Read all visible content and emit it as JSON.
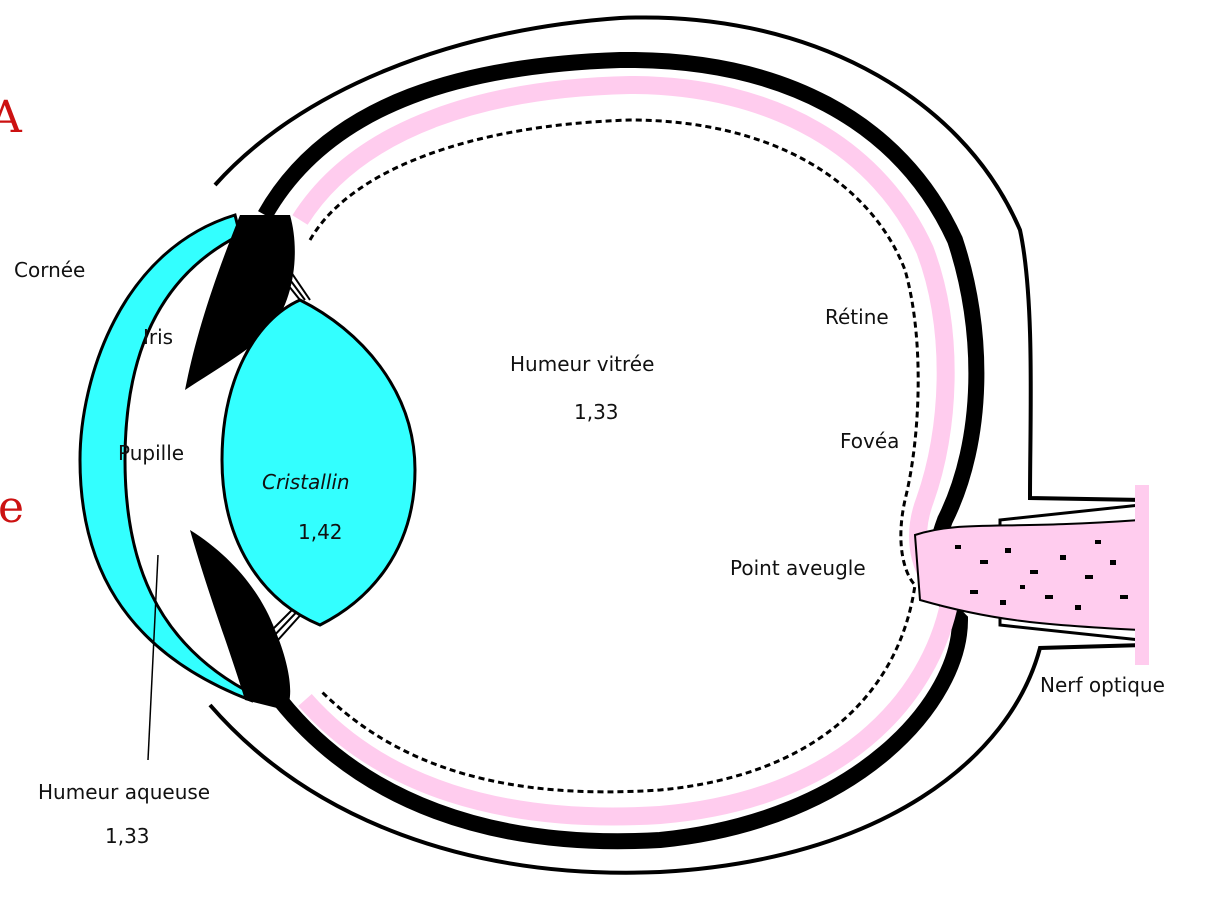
{
  "colors": {
    "outline": "#000000",
    "cornea_lens": "#33ffff",
    "retina": "#ffccee",
    "background": "#ffffff",
    "edge_fragments": "#cc1111"
  },
  "labels": {
    "cornee": "Cornée",
    "iris": "Iris",
    "pupille": "Pupille",
    "cristallin": "Cristallin",
    "cristallin_index": "1,42",
    "humeur_vitree": "Humeur vitrée",
    "humeur_vitree_index": "1,33",
    "retine": "Rétine",
    "fovea": "Fovéa",
    "point_aveugle": "Point aveugle",
    "nerf_optique": "Nerf optique",
    "humeur_aqueuse": "Humeur aqueuse",
    "humeur_aqueuse_index": "1,33"
  },
  "edge_fragments": {
    "top": "A",
    "middle": "e"
  }
}
